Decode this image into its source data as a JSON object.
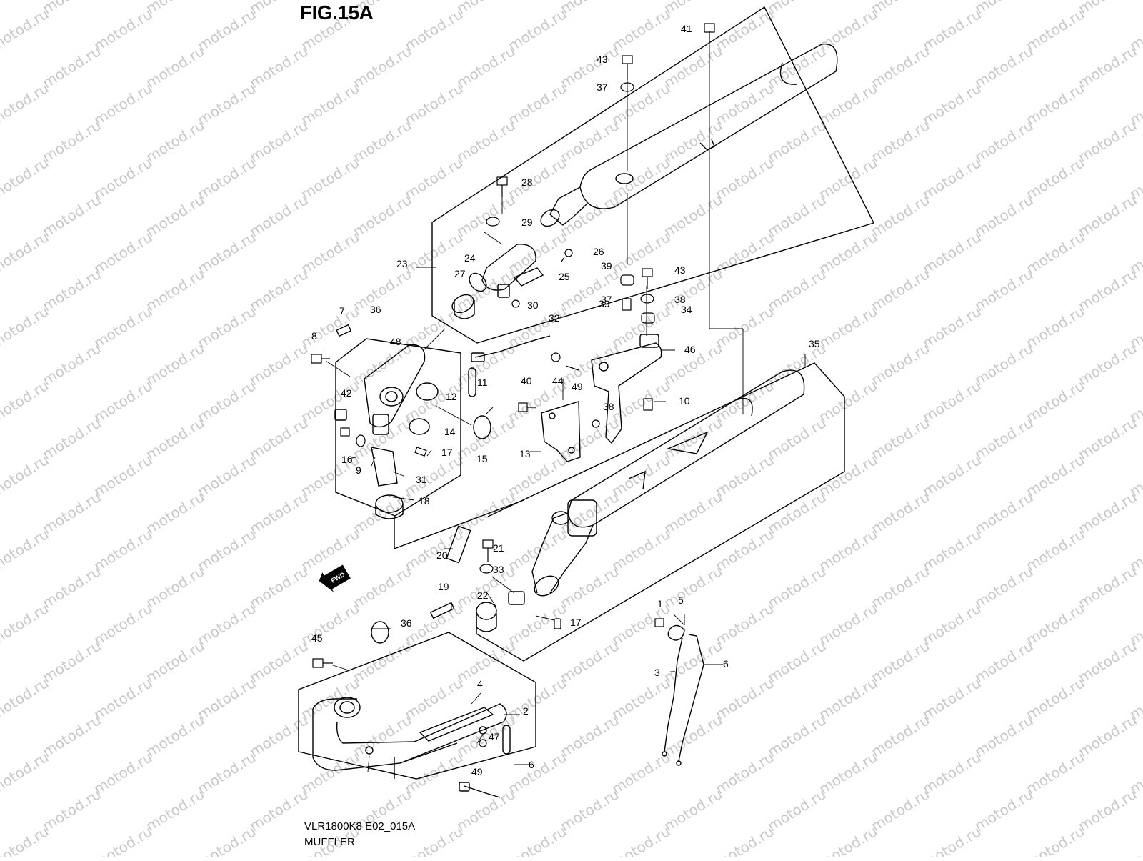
{
  "figure": {
    "title": "FIG.15A",
    "model_code": "VLR1800K8 E02_015A",
    "name": "MUFFLER",
    "watermark": "motod.ru",
    "direction_tag": "FWD"
  },
  "callouts": [
    "41",
    "43",
    "37",
    "28",
    "29",
    "26",
    "23",
    "24",
    "25",
    "27",
    "30",
    "39",
    "43",
    "37",
    "38",
    "39",
    "34",
    "7",
    "36",
    "8",
    "48",
    "32",
    "46",
    "44",
    "40",
    "49",
    "11",
    "12",
    "42",
    "38",
    "10",
    "14",
    "16",
    "17",
    "15",
    "9",
    "31",
    "13",
    "18",
    "35",
    "20",
    "21",
    "33",
    "19",
    "22",
    "17",
    "36",
    "45",
    "1",
    "5",
    "4",
    "2",
    "3",
    "6",
    "47",
    "49",
    "6"
  ]
}
